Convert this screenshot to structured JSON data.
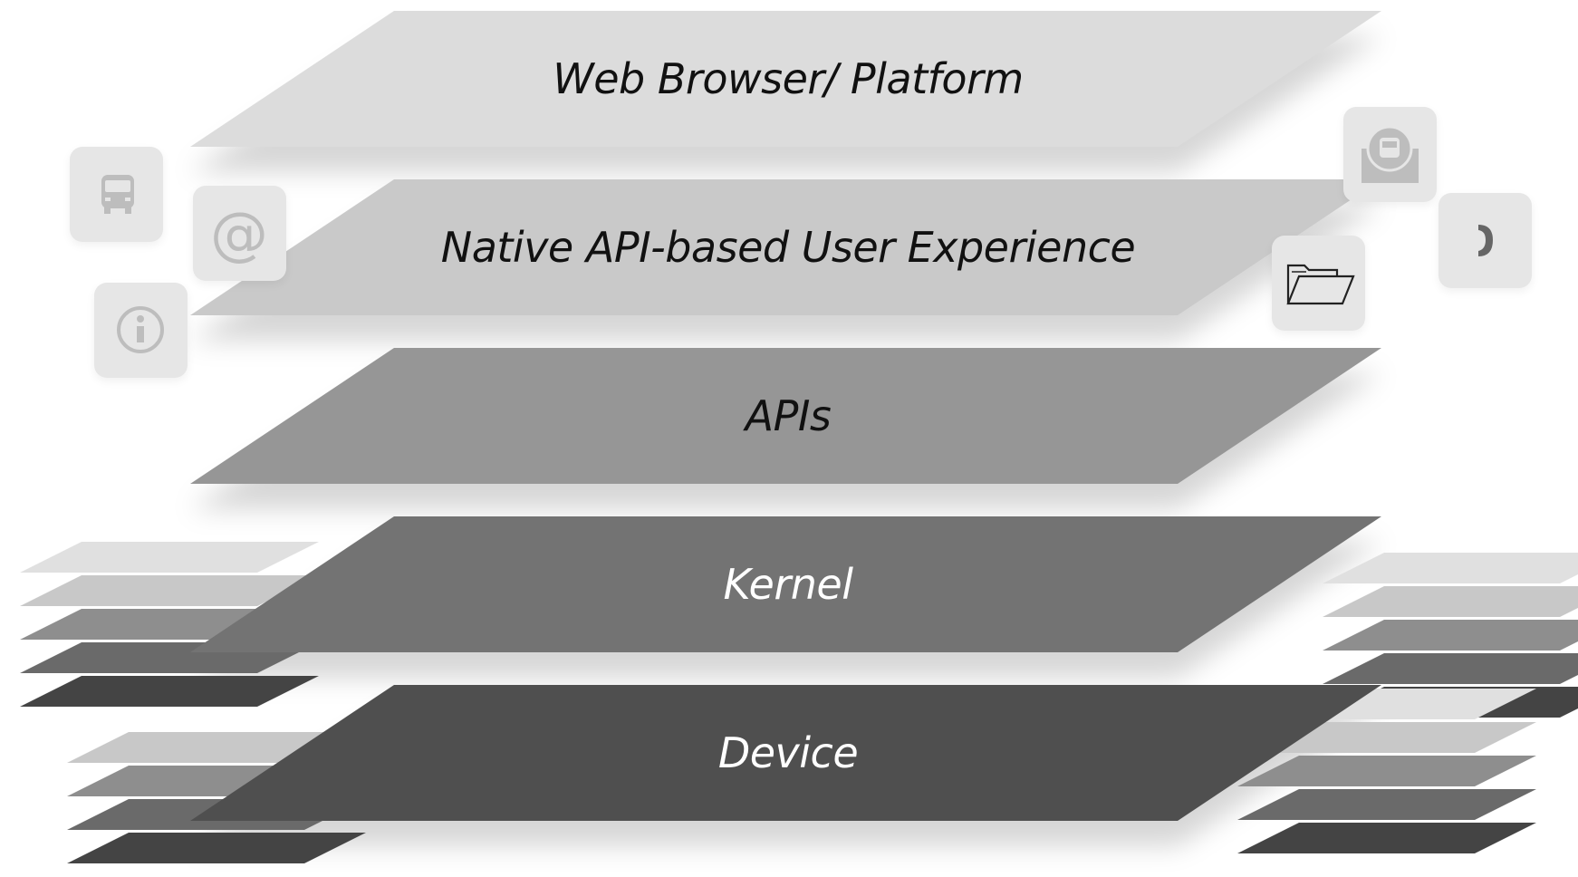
{
  "layers": [
    {
      "key": "web",
      "label": "Web Browser/ Platform",
      "fill": "#dcdcdc",
      "text_color": "#111111"
    },
    {
      "key": "native",
      "label": "Native API-based User Experience",
      "fill": "#c9c9c9",
      "text_color": "#111111"
    },
    {
      "key": "apis",
      "label": "APIs",
      "fill": "#969696",
      "text_color": "#111111"
    },
    {
      "key": "kernel",
      "label": "Kernel",
      "fill": "#737373",
      "text_color": "#ffffff"
    },
    {
      "key": "device",
      "label": "Device",
      "fill": "#4f4f4f",
      "text_color": "#ffffff"
    }
  ],
  "icons": [
    "bus-icon",
    "at-sign-icon",
    "info-icon",
    "bus-stop-icon",
    "folder-icon",
    "phone-icon"
  ],
  "colors": {
    "background": "#ffffff",
    "icon_tile": "#e6e6e6",
    "icon_glyph": "#bdbdbd",
    "stack_shades": [
      "#e0e0e0",
      "#c8c8c8",
      "#8e8e8e",
      "#6a6a6a",
      "#444444"
    ]
  }
}
